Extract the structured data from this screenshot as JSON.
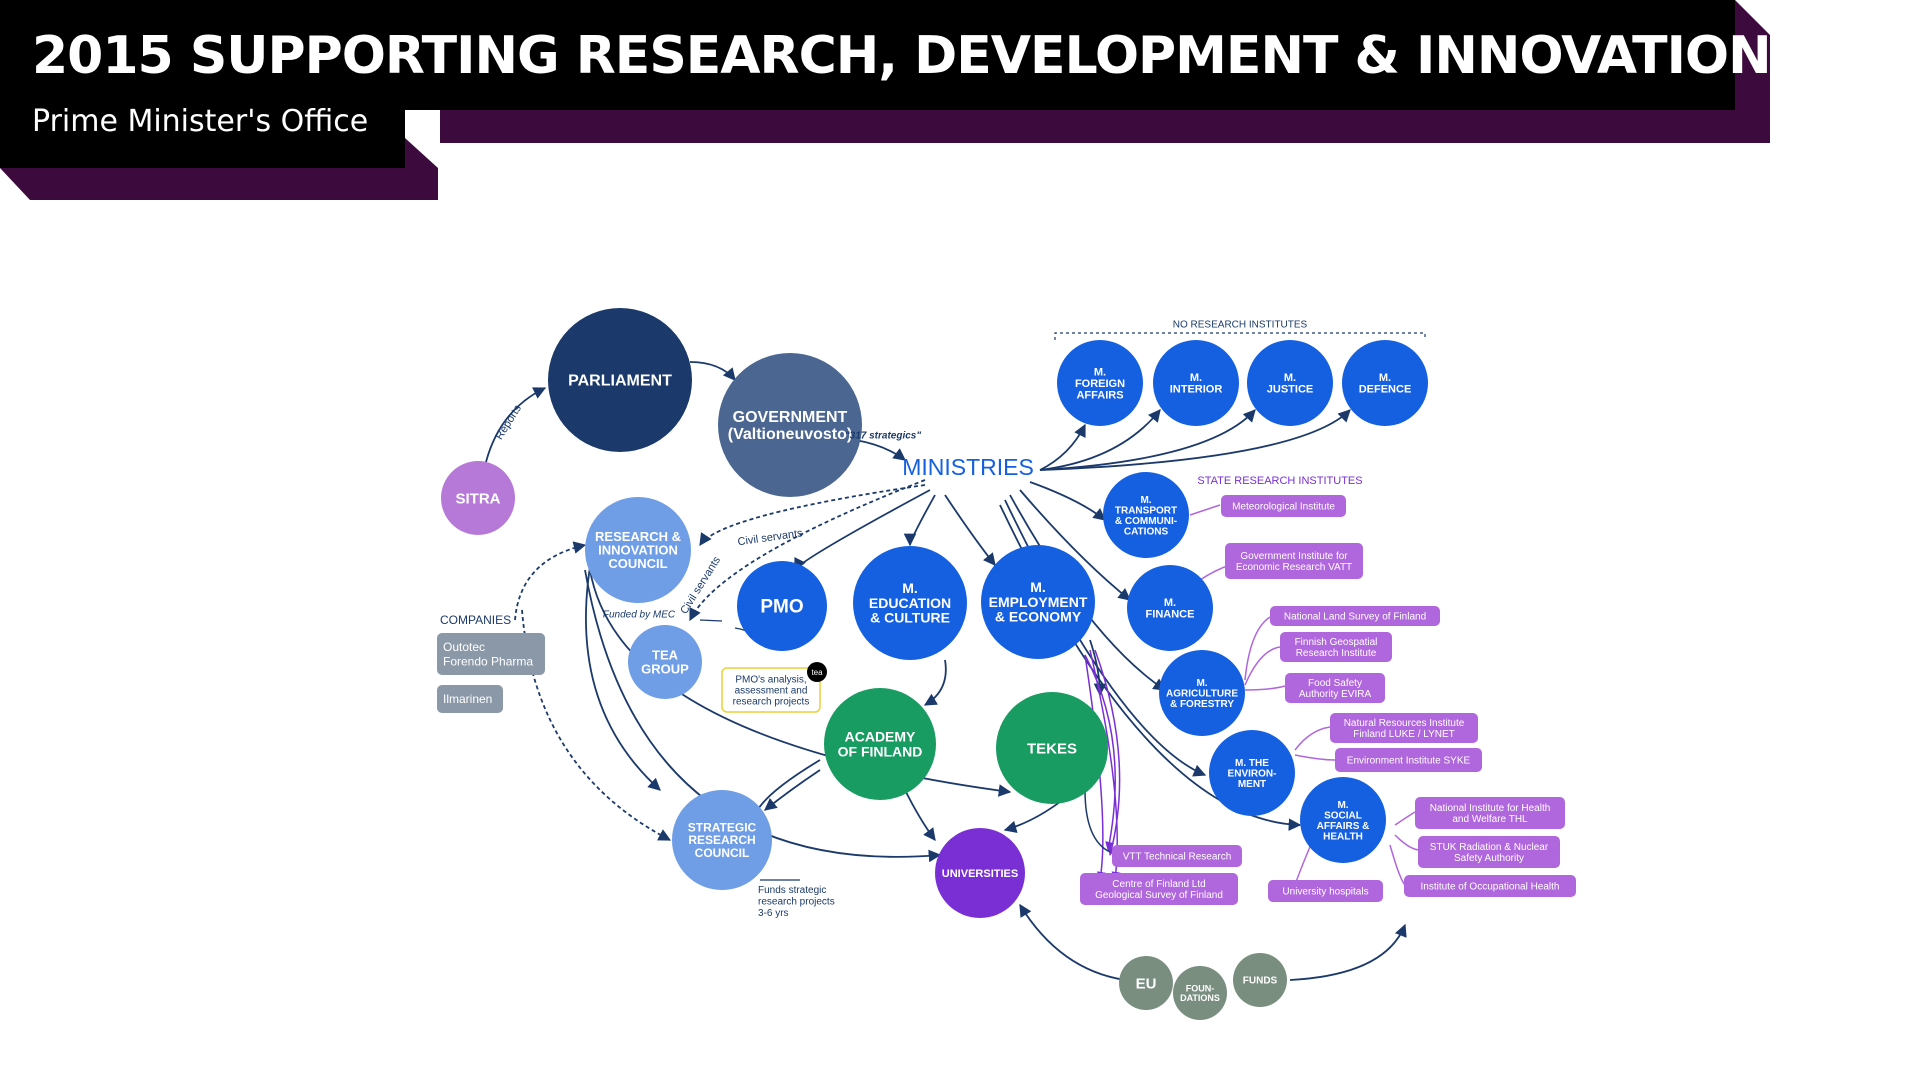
{
  "header": {
    "title": "2015 SUPPORTING RESEARCH, DEVELOPMENT & INNOVATION",
    "subtitle": "Prime Minister's Office"
  },
  "colors": {
    "header_black": "#000000",
    "header_shadow": "#3d0a3d",
    "navy": "#1b3a6b",
    "slate": "#4a6691",
    "blue": "#1560e0",
    "light_blue": "#6f9ee6",
    "green": "#189c62",
    "purple_circle": "#b679d8",
    "violet": "#7a2fd4",
    "label_purple": "#b066dc",
    "company_gray": "#8b98a8",
    "funder_gray": "#7a8e80",
    "arrow": "#1b3a6b",
    "title_blue": "#1560e0"
  },
  "nodes": {
    "parliament": "PARLIAMENT",
    "government": [
      "GOVERNMENT",
      "(Valtioneuvosto)"
    ],
    "sitra": "SITRA",
    "ministries": "MINISTRIES",
    "research_council": [
      "RESEARCH &",
      "INNOVATION",
      "COUNCIL"
    ],
    "pmo": "PMO",
    "tea_group": [
      "TEA",
      "GROUP"
    ],
    "m_education": [
      "M.",
      "EDUCATION",
      "& CULTURE"
    ],
    "m_employment": [
      "M.",
      "EMPLOYMENT",
      "& ECONOMY"
    ],
    "academy": [
      "ACADEMY",
      "OF FINLAND"
    ],
    "tekes": "TEKES",
    "strategic_council": [
      "STRATEGIC",
      "RESEARCH",
      "COUNCIL"
    ],
    "universities": "UNIVERSITIES",
    "m_foreign": [
      "M.",
      "FOREIGN",
      "AFFAIRS"
    ],
    "m_interior": [
      "M.",
      "INTERIOR"
    ],
    "m_justice": [
      "M.",
      "JUSTICE"
    ],
    "m_defence": [
      "M.",
      "DEFENCE"
    ],
    "m_transport": [
      "M.",
      "TRANSPORT",
      "& COMMUNI-",
      "CATIONS"
    ],
    "m_finance": [
      "M.",
      "FINANCE"
    ],
    "m_agriculture": [
      "M.",
      "AGRICULTURE",
      "& FORESTRY"
    ],
    "m_environment": [
      "M. THE",
      "ENVIRON-",
      "MENT"
    ],
    "m_social": [
      "M.",
      "SOCIAL",
      "AFFAIRS &",
      "HEALTH"
    ],
    "eu": "EU",
    "foundations": [
      "FOUN-",
      "DATIONS"
    ],
    "funds": "FUNDS"
  },
  "labels": {
    "reports": "Reports",
    "strategics": "\"317 strategics\"",
    "civil_servants_1": "Civil servants",
    "civil_servants_2": "Civil servants",
    "funded_by_mec": "Funded by MEC",
    "companies": "COMPANIES",
    "no_research_institutes": "NO RESEARCH INSTITUTES",
    "state_research_institutes": "STATE RESEARCH INSTITUTES",
    "pmo_note": [
      "PMO's analysis,",
      "assessment and",
      "research projects"
    ],
    "tea_badge": "tea",
    "funds_strategic": [
      "Funds strategic",
      "research projects",
      "3-6 yrs"
    ]
  },
  "companies": [
    [
      "Outotec",
      "Forendo Pharma"
    ],
    [
      "Ilmarinen"
    ]
  ],
  "institutes": {
    "meteorological": [
      "Meteorological Institute"
    ],
    "vatt": [
      "Government Institute for",
      "Economic Research VATT"
    ],
    "land_survey": [
      "National Land Survey of Finland"
    ],
    "geospatial": [
      "Finnish Geospatial",
      "Research Institute"
    ],
    "evira": [
      "Food Safety",
      "Authority EVIRA"
    ],
    "luke": [
      "Natural Resources Institute",
      "Finland LUKE / LYNET"
    ],
    "syke": [
      "Environment Institute SYKE"
    ],
    "thl": [
      "National Institute for Health",
      "and Welfare THL"
    ],
    "stuk": [
      "STUK Radiation & Nuclear",
      "Safety Authority"
    ],
    "occupational": [
      "Institute of Occupational Health"
    ],
    "hospitals": [
      "University hospitals"
    ],
    "vtt": [
      "VTT Technical Research"
    ],
    "geological": [
      "Centre of Finland Ltd",
      "Geological Survey of Finland"
    ]
  }
}
